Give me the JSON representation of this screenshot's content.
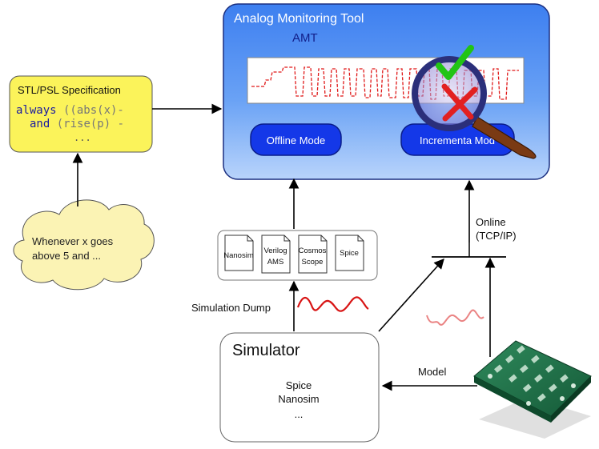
{
  "amt": {
    "title": "Analog Monitoring Tool",
    "subtitle": "AMT",
    "offline_mode": "Offline Mode",
    "incremental_mode": "Incrementa Mod"
  },
  "spec": {
    "title": "STL/PSL Specification",
    "line1_keyword": "always",
    "line1_rest": " ((abs(x)-",
    "line2_keyword": "and",
    "line2_rest": " (rise(p) -",
    "line3": "..."
  },
  "cloud": {
    "line1": "Whenever x goes",
    "line2": "above 5 and ..."
  },
  "files": [
    {
      "name": "nanosim",
      "lines": [
        "Nanosim"
      ]
    },
    {
      "name": "verilog-ams",
      "lines": [
        "Verilog",
        "AMS"
      ]
    },
    {
      "name": "cosmos-scope",
      "lines": [
        "Cosmos",
        "Scope"
      ]
    },
    {
      "name": "spice",
      "lines": [
        "Spice"
      ]
    }
  ],
  "labels": {
    "simulation_dump": "Simulation Dump",
    "online_line1": "Online",
    "online_line2": "(TCP/IP)",
    "model": "Model"
  },
  "simulator": {
    "title": "Simulator",
    "items": [
      "Spice",
      "Nanosim",
      "..."
    ]
  },
  "colors": {
    "amt_fill": "#4f8ef2",
    "mode_button": "#1438e8",
    "spec_fill": "#fbf35a",
    "cloud_fill": "#fbf3b4",
    "waveform": "#e01818",
    "check": "#22c414",
    "cross": "#e22020"
  }
}
